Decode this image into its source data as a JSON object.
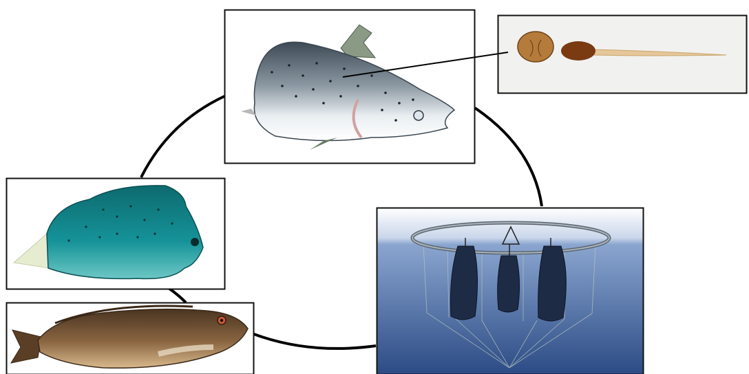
{
  "diagram": {
    "nodes": [
      {
        "id": "salmon",
        "depicts": "atlantic-salmon"
      },
      {
        "id": "sea-louse",
        "depicts": "sea-louse"
      },
      {
        "id": "net-pen",
        "depicts": "sea-cage-with-cleaner-fish-shelters"
      },
      {
        "id": "wrasse",
        "depicts": "wrasse"
      },
      {
        "id": "lumpfish",
        "depicts": "lumpfish"
      }
    ],
    "colors": {
      "frame": "#111111",
      "connector": "#000000",
      "water_top": "#ffffff",
      "water_mid": "#6d8fbf",
      "water_deep": "#28477f"
    }
  }
}
